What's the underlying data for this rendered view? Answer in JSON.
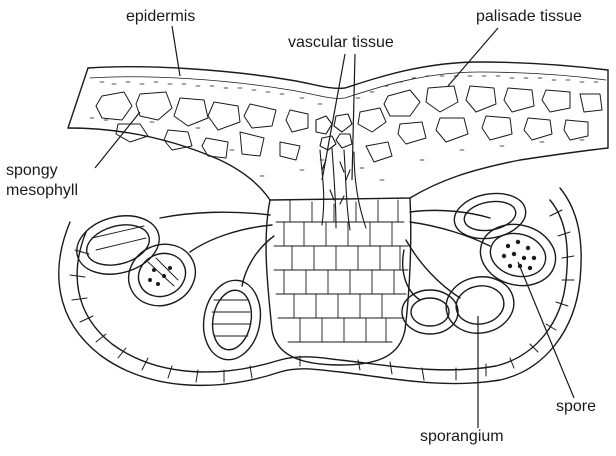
{
  "labels": {
    "epidermis": "epidermis",
    "vascular_tissue": "vascular tissue",
    "palisade_tissue": "palisade tissue",
    "spongy_line1": "spongy",
    "spongy_line2": "mesophyll",
    "spore": "spore",
    "sporangium": "sporangium"
  },
  "colors": {
    "ink": "#1a1a1a",
    "background": "#ffffff"
  }
}
